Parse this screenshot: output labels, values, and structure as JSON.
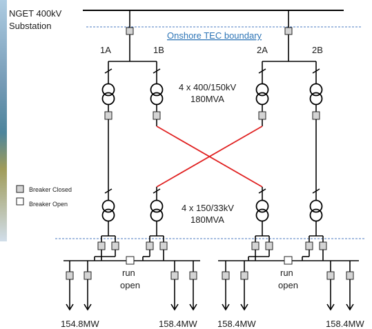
{
  "substation": {
    "line1": "NGET 400kV",
    "line2": "Substation"
  },
  "boundary_label": "Onshore TEC boundary",
  "circuits": [
    "1A",
    "1B",
    "2A",
    "2B"
  ],
  "upper_transformers": {
    "line1": "4 x 400/150kV",
    "line2": "180MVA"
  },
  "lower_transformers": {
    "line1": "4 x 150/33kV",
    "line2": "180MVA"
  },
  "legend": {
    "closed": "Breaker Closed",
    "open": "Breaker Open"
  },
  "bus_section": {
    "line1": "run",
    "line2": "open"
  },
  "outputs": [
    "154.8MW",
    "158.4MW",
    "158.4MW",
    "158.4MW"
  ],
  "colors": {
    "cross_links": "#e02020",
    "boundary": "#4a78c2",
    "breaker_closed": "#d4d4d4",
    "background_left": "#6a8fa8"
  }
}
